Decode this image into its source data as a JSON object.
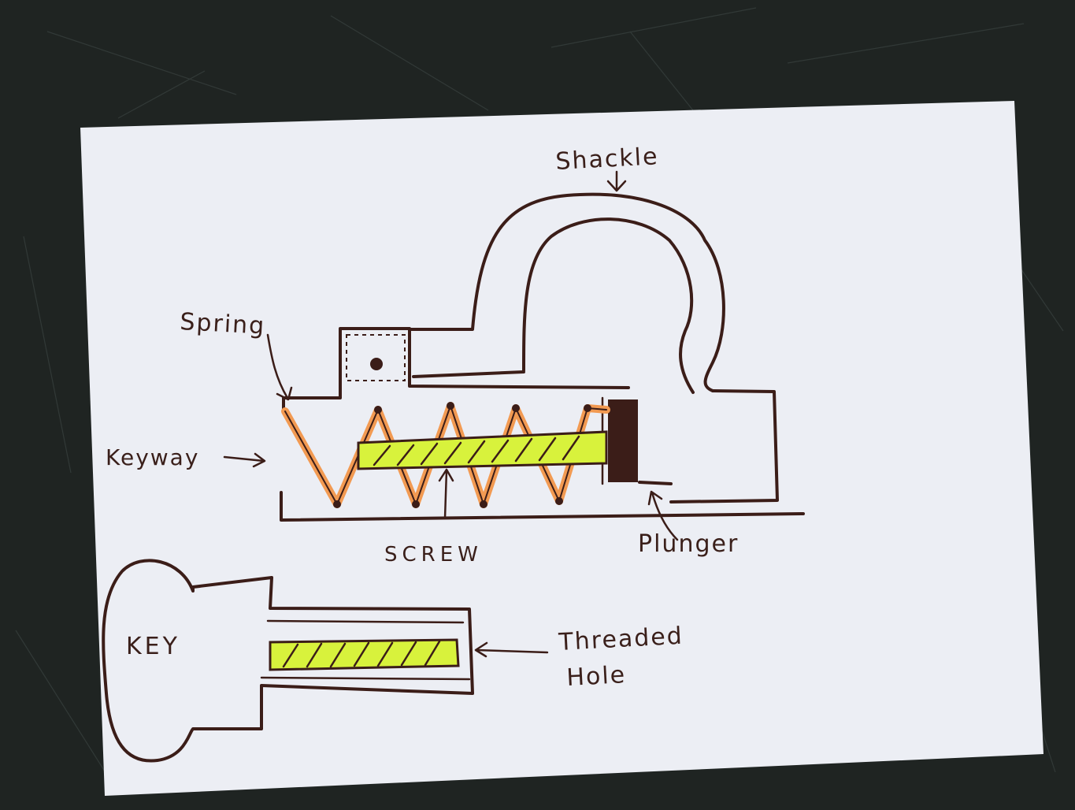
{
  "labels": {
    "shackle": "Shackle",
    "spring": "Spring",
    "keyway": "Keyway",
    "screw": "SCREW",
    "plunger": "Plunger",
    "key": "KEY",
    "threaded_line1": "Threaded",
    "threaded_line2": "Hole"
  },
  "colors": {
    "background": "#1f2422",
    "paper": "#eceef4",
    "ink": "#3b1d18",
    "spring": "#f29a52",
    "screw_highlight": "#d8f23c"
  },
  "icons": {
    "keyway_arrow": "arrow-right-icon",
    "shackle_arrow": "arrow-down-icon"
  }
}
